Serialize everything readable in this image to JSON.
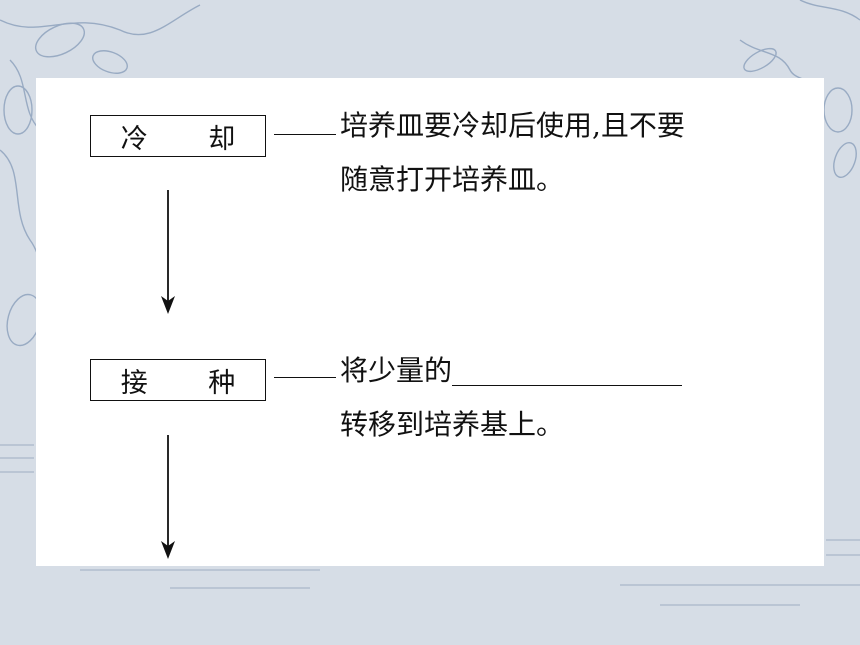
{
  "steps": [
    {
      "label": "冷 却",
      "desc_line1": "培养皿要冷却后使用,且不要",
      "desc_line2": "随意打开培养皿。"
    },
    {
      "label": "接 种",
      "desc_line1_prefix": "将少量的",
      "desc_line2": "转移到培养基上。"
    }
  ],
  "colors": {
    "background": "#d6dde6",
    "card": "#ffffff",
    "ink": "#111111",
    "decor": "#8ea2bd"
  }
}
